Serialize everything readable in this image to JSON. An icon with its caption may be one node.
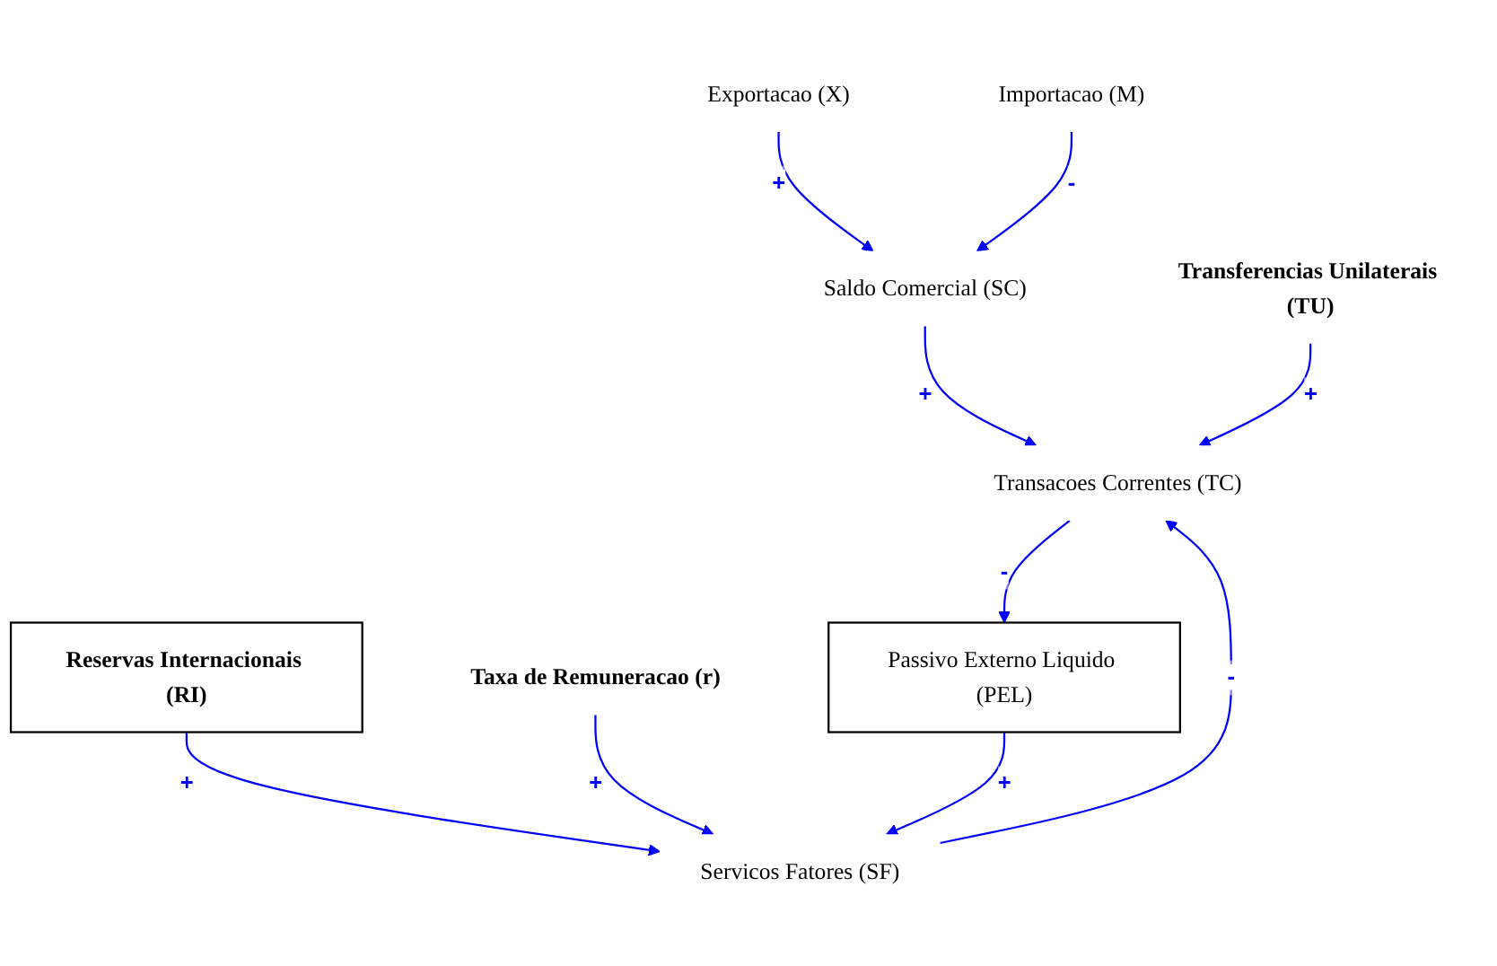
{
  "diagram": {
    "nodes": [
      {
        "text": [
          "Exportacao (X)"
        ]
      },
      {
        "text": [
          "Saldo Comercial (SC)"
        ]
      },
      {
        "text": [
          "Importacao (M)"
        ]
      },
      {
        "text": [
          "Transferencias Unilaterais (TU)"
        ]
      },
      {
        "text": [
          "Servicos Fatores (SF)"
        ]
      },
      {
        "text": [
          "Transacoes Correntes (TC)"
        ]
      },
      {
        "text": [
          "Reservas Internacionais (RI)"
        ]
      },
      {
        "text": [
          "Taxa de Remuneracao (r)"
        ]
      },
      {
        "text": [
          "Passivo Externo Liquido (PEL)"
        ]
      }
    ],
    "edges": [
      {
        "from": 0,
        "to": 1,
        "arrow": "to",
        "label": "+"
      },
      {
        "from": 2,
        "to": 1,
        "arrow": "to",
        "label": "-"
      },
      {
        "from": 1,
        "to": 5,
        "arrow": "to",
        "label": "+"
      },
      {
        "from": 3,
        "to": 5,
        "arrow": "to",
        "label": "+"
      },
      {
        "from": 4,
        "to": 5,
        "arrow": "to",
        "label": "-"
      },
      {
        "from": 6,
        "to": 4,
        "arrow": "to",
        "label": "+"
      },
      {
        "from": 7,
        "to": 4,
        "arrow": "to",
        "label": "+"
      },
      {
        "from": 8,
        "to": 4,
        "arrow": "to",
        "label": "+"
      },
      {
        "from": 5,
        "to": 8,
        "arrow": "to",
        "label": "-"
      }
    ]
  }
}
